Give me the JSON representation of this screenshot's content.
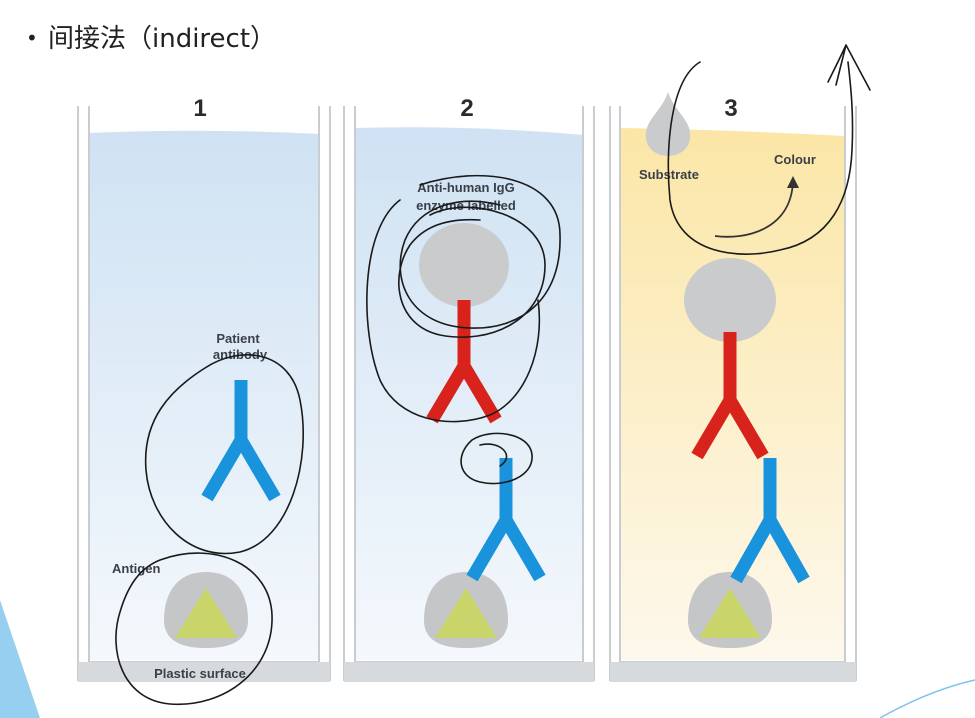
{
  "slide": {
    "bullet": "•",
    "title": "间接法（indirect）"
  },
  "panels": [
    {
      "number": "1",
      "labels": {
        "antibody": [
          "Patient",
          "antibody"
        ],
        "antigen": "Antigen",
        "surface": "Plastic surface"
      }
    },
    {
      "number": "2",
      "labels": {
        "conjugate": [
          "Anti-human IgG",
          "enzyme labelled"
        ]
      }
    },
    {
      "number": "3",
      "labels": {
        "substrate": "Substrate",
        "colour": "Colour"
      }
    }
  ],
  "colors": {
    "well_blue": "#d6e6f5",
    "well_yellow": "#fbeab2",
    "well_border": "#c9cdd2",
    "antigen_yellow": "#c9d46b",
    "antigen_capsule": "#c4c6c8",
    "patient_antibody": "#1993dc",
    "conjugate_antibody": "#d8231c",
    "enzyme": "#c9cbcd",
    "ink": "#1a1a1a",
    "accent_blue": "#3fa7e3"
  }
}
